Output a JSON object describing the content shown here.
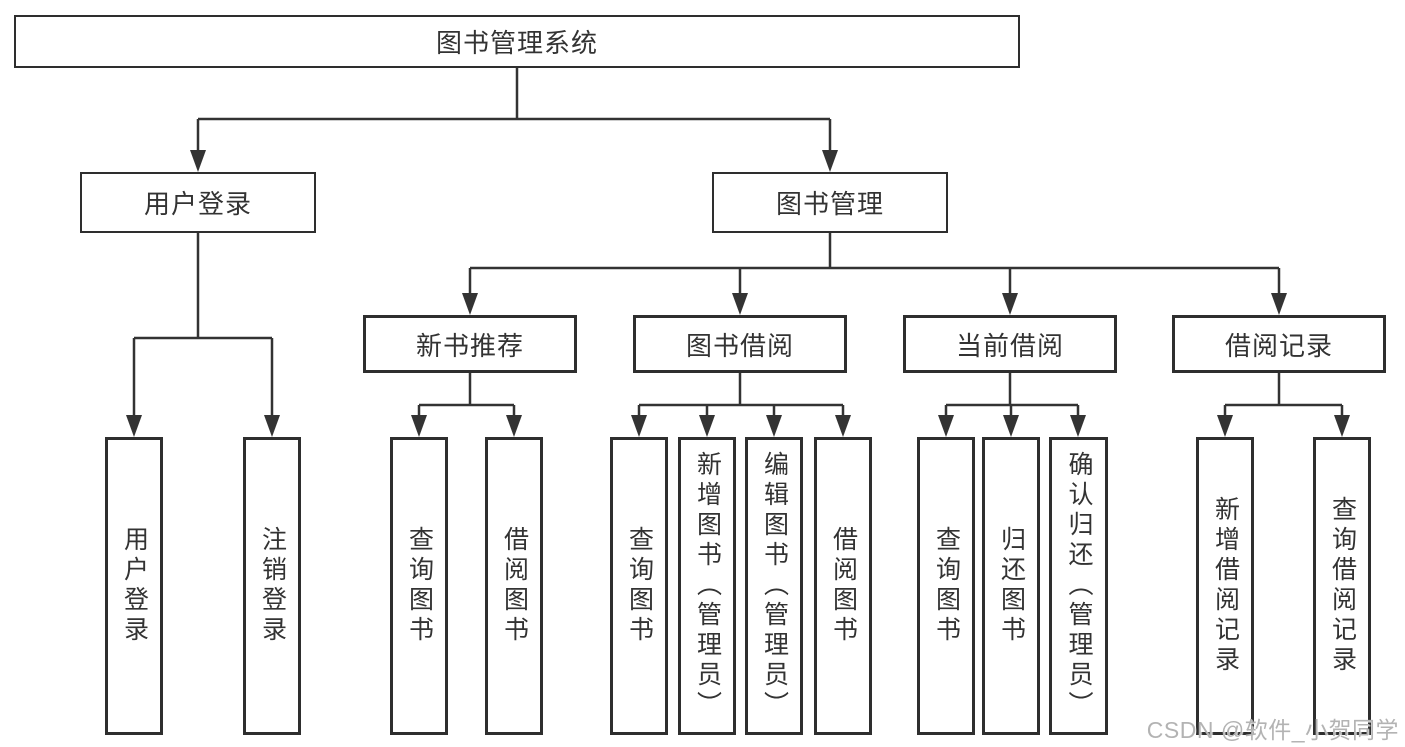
{
  "diagram_title": "图书管理系统",
  "colors": {
    "line": "#333333",
    "box_border": "#2e2e2e",
    "text": "#333333",
    "background": "#ffffff",
    "watermark_text": "#b3b3b3"
  },
  "tree": {
    "root": {
      "label": "图书管理系统"
    },
    "branches": [
      {
        "label": "用户登录",
        "leaves": [
          {
            "label": "用户登录"
          },
          {
            "label": "注销登录"
          }
        ]
      },
      {
        "label": "图书管理",
        "sections": [
          {
            "label": "新书推荐",
            "leaves": [
              {
                "label": "查询图书"
              },
              {
                "label": "借阅图书"
              }
            ]
          },
          {
            "label": "图书借阅",
            "leaves": [
              {
                "label": "查询图书"
              },
              {
                "label": "新增图书（管理员）"
              },
              {
                "label": "编辑图书（管理员）"
              },
              {
                "label": "借阅图书"
              }
            ]
          },
          {
            "label": "当前借阅",
            "leaves": [
              {
                "label": "查询图书"
              },
              {
                "label": "归还图书"
              },
              {
                "label": "确认归还（管理员）"
              }
            ]
          },
          {
            "label": "借阅记录",
            "leaves": [
              {
                "label": "新增借阅记录"
              },
              {
                "label": "查询借阅记录"
              }
            ]
          }
        ]
      }
    ]
  },
  "watermark": {
    "text": "CSDN @软件_小贺同学"
  }
}
